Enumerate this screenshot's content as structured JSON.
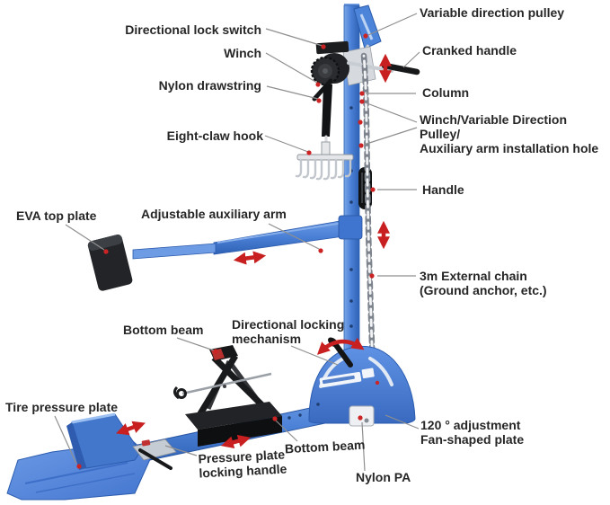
{
  "labels": {
    "directional_lock_switch": "Directional lock switch",
    "winch": "Winch",
    "nylon_drawstring": "Nylon drawstring",
    "eight_claw_hook": "Eight-claw hook",
    "variable_direction_pulley": "Variable direction pulley",
    "cranked_handle": "Cranked handle",
    "column": "Column",
    "installation_hole": "Winch/Variable Direction Pulley/\nAuxiliary arm installation hole",
    "handle": "Handle",
    "eva_top_plate": "EVA top plate",
    "adjustable_auxiliary_arm": "Adjustable auxiliary arm",
    "external_chain": "3m External chain\n(Ground anchor, etc.)",
    "bottom_beam_upper": "Bottom beam",
    "directional_locking_mechanism": "Directional locking\nmechanism",
    "tire_pressure_plate": "Tire pressure plate",
    "fan_shaped_plate": "120 ° adjustment\nFan-shaped plate",
    "pressure_plate_locking_handle": "Pressure plate\nlocking handle",
    "bottom_beam_lower": "Bottom beam",
    "nylon_pa": "Nylon PA"
  },
  "colors": {
    "machine_blue": "#4a80d6",
    "machine_blue_dark": "#2c5caf",
    "machine_blue_light": "#7aa6e8",
    "arrow_red": "#c82020",
    "marker_dot_red": "#cc2424",
    "label_text": "#262626",
    "leader_line_grey": "#8f8f8f",
    "metal_grey": "#c9ced4",
    "part_black": "#17181a",
    "background": "#ffffff"
  }
}
